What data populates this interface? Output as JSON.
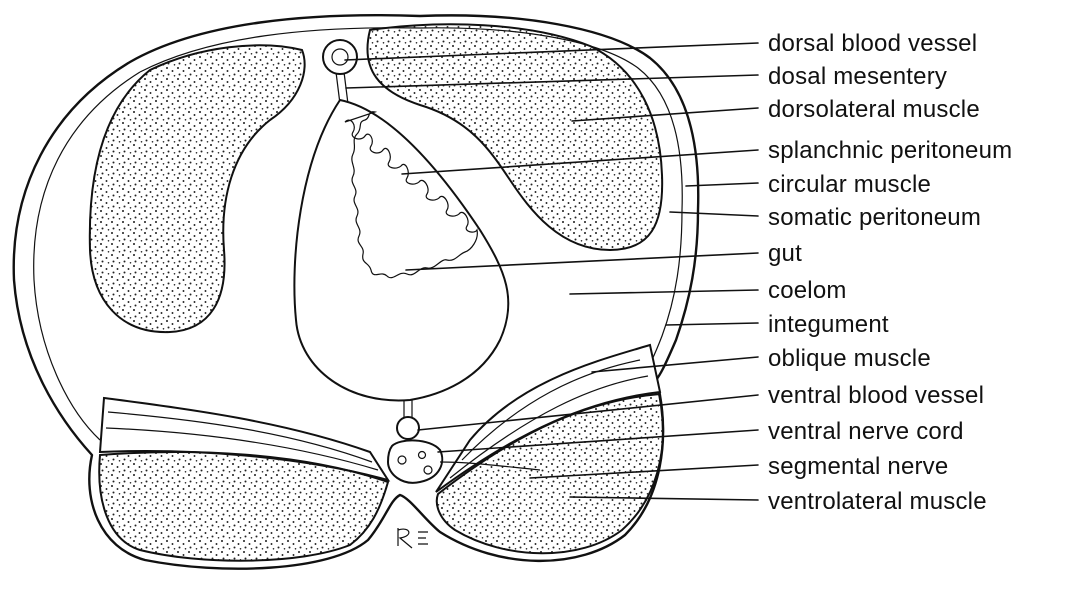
{
  "labels": [
    "dorsal blood vessel",
    "dosal mesentery",
    "dorsolateral muscle",
    "splanchnic peritoneum",
    "circular muscle",
    "somatic peritoneum",
    "gut",
    "coelom",
    "integument",
    "oblique muscle",
    "ventral blood vessel",
    "ventral nerve cord",
    "segmental nerve",
    "ventrolateral muscle"
  ],
  "signature": "RE"
}
